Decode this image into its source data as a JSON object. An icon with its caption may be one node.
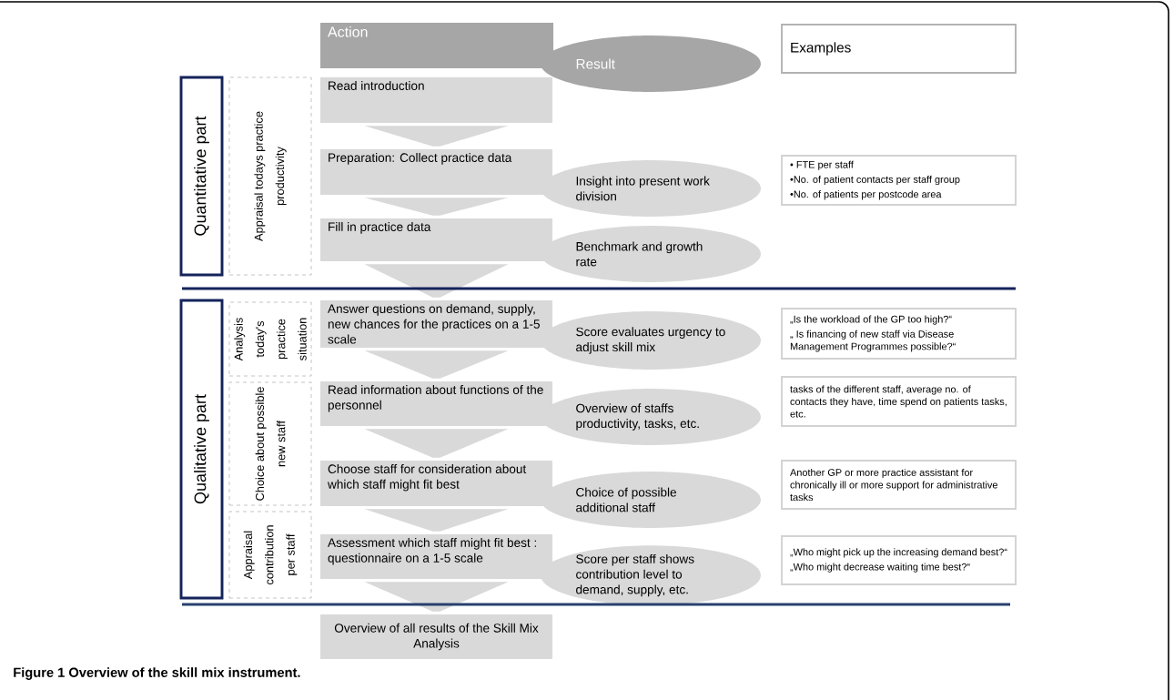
{
  "diagram": {
    "caption": "Figure 1 Overview of the skill mix instrument.",
    "nodes": [
      {
        "text": [
          "Quantitative part"
        ]
      },
      {
        "text": [
          "Appraisal todays practice productivity"
        ]
      },
      {
        "text": [
          "Qualitative part"
        ]
      },
      {
        "text": [
          "Analysis today's practice situation"
        ]
      },
      {
        "text": [
          "Choice about possible new staff"
        ]
      },
      {
        "text": [
          "Appraisal contribution per staff"
        ]
      },
      {
        "text": [
          "Action"
        ]
      },
      {
        "text": [
          "Result"
        ]
      },
      {
        "text": [
          "Examples"
        ]
      },
      {
        "text": [
          "Read introduction"
        ]
      },
      {
        "text": [
          "Preparation: Collect practice data"
        ]
      },
      {
        "text": [
          "Insight into present work division"
        ]
      },
      {
        "text": [
          "• FTE per staff",
          "•No. of patient contacts per staff group",
          "•No. of patients per postcode area"
        ]
      },
      {
        "text": [
          "Fill in practice data"
        ]
      },
      {
        "text": [
          "Benchmark and growth rate"
        ]
      },
      {
        "text": [
          "Answer questions on demand, supply, new chances for the practices on a 1-5 scale"
        ]
      },
      {
        "text": [
          "Score evaluates urgency to adjust skill mix"
        ]
      },
      {
        "text": [
          "„Is the workload of the GP too high?“",
          "„ Is financing of new staff via Disease Management Programmes possible?“"
        ]
      },
      {
        "text": [
          "Read information about functions of the personnel"
        ]
      },
      {
        "text": [
          "Overview of staffs productivity, tasks, etc."
        ]
      },
      {
        "text": [
          "tasks of the different staff, average no. of contacts they have, time spend on patients tasks, etc."
        ]
      },
      {
        "text": [
          "Choose staff for consideration about which staff might fit best"
        ]
      },
      {
        "text": [
          "Choice of possible additional staff"
        ]
      },
      {
        "text": [
          "Another GP or more practice assistant for chronically ill or more support for administrative tasks"
        ]
      },
      {
        "text": [
          "Assessment which staff might fit best : questionnaire on a 1-5 scale"
        ]
      },
      {
        "text": [
          "Score per staff shows contribution level to demand, supply, etc."
        ]
      },
      {
        "text": [
          "„Who might pick up the increasing demand best?“",
          "„Who might decrease waiting time best?“"
        ]
      },
      {
        "text": [
          "Overview of all results of the Skill Mix Analysis"
        ]
      }
    ],
    "edges": [
      {
        "from": 9,
        "to": 10,
        "arrow": "to"
      },
      {
        "from": 10,
        "to": 13,
        "arrow": "to"
      },
      {
        "from": 13,
        "to": 15,
        "arrow": "to"
      },
      {
        "from": 15,
        "to": 18,
        "arrow": "to"
      },
      {
        "from": 18,
        "to": 21,
        "arrow": "to"
      },
      {
        "from": 21,
        "to": 24,
        "arrow": "to"
      },
      {
        "from": 24,
        "to": 27,
        "arrow": "to"
      }
    ]
  }
}
